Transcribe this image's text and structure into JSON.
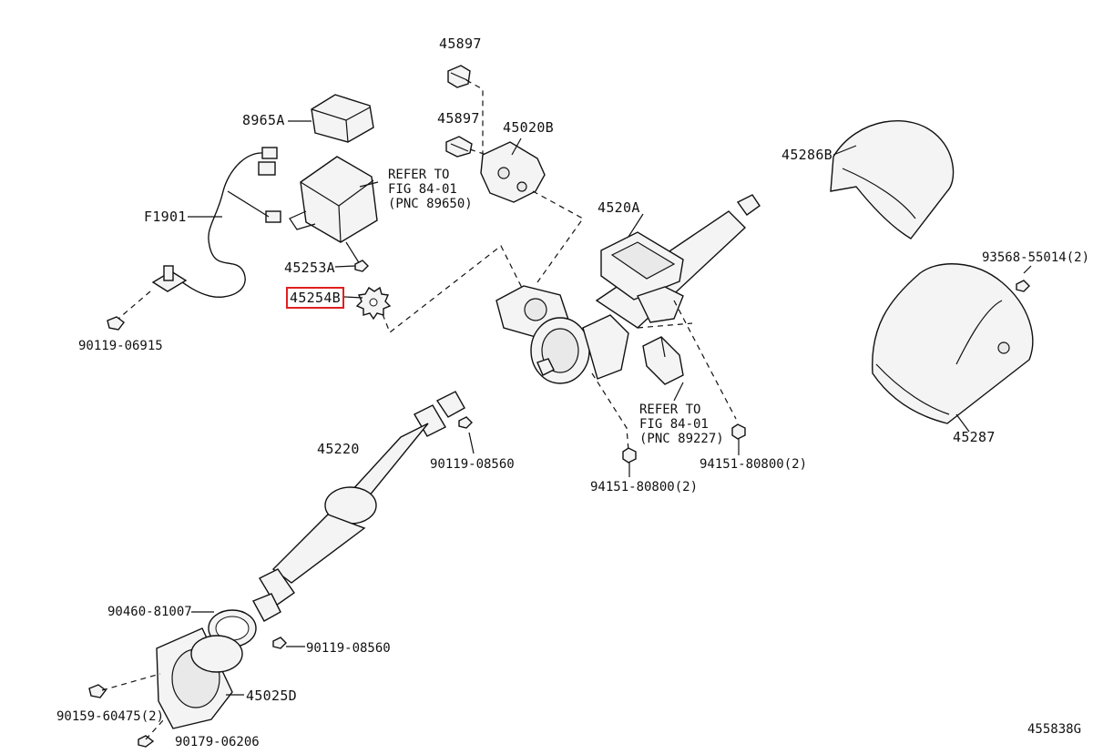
{
  "labels": {
    "p45897_top": "45897",
    "p45897_mid": "45897",
    "p45020b": "45020B",
    "p8965a": "8965A",
    "refer1_l1": "REFER TO",
    "refer1_l2": "FIG 84-01",
    "refer1_l3": "(PNC 89650)",
    "pf1901": "F1901",
    "p45253a": "45253A",
    "p45254b": "45254B",
    "p90119_06915": "90119-06915",
    "p4520a": "4520A",
    "p45286b": "45286B",
    "p93568": "93568-55014(2)",
    "p45287": "45287",
    "refer2_l1": "REFER TO",
    "refer2_l2": "FIG 84-01",
    "refer2_l3": "(PNC 89227)",
    "p94151_a": "94151-80800(2)",
    "p94151_b": "94151-80800(2)",
    "p45220": "45220",
    "p90119_08560_a": "90119-08560",
    "p90460": "90460-81007",
    "p90119_08560_b": "90119-08560",
    "p45025d": "45025D",
    "p90159": "90159-60475(2)",
    "p90179": "90179-06206",
    "diagram_id": "455838G"
  },
  "highlight": {
    "label": "45254B",
    "color": "#e02020"
  }
}
